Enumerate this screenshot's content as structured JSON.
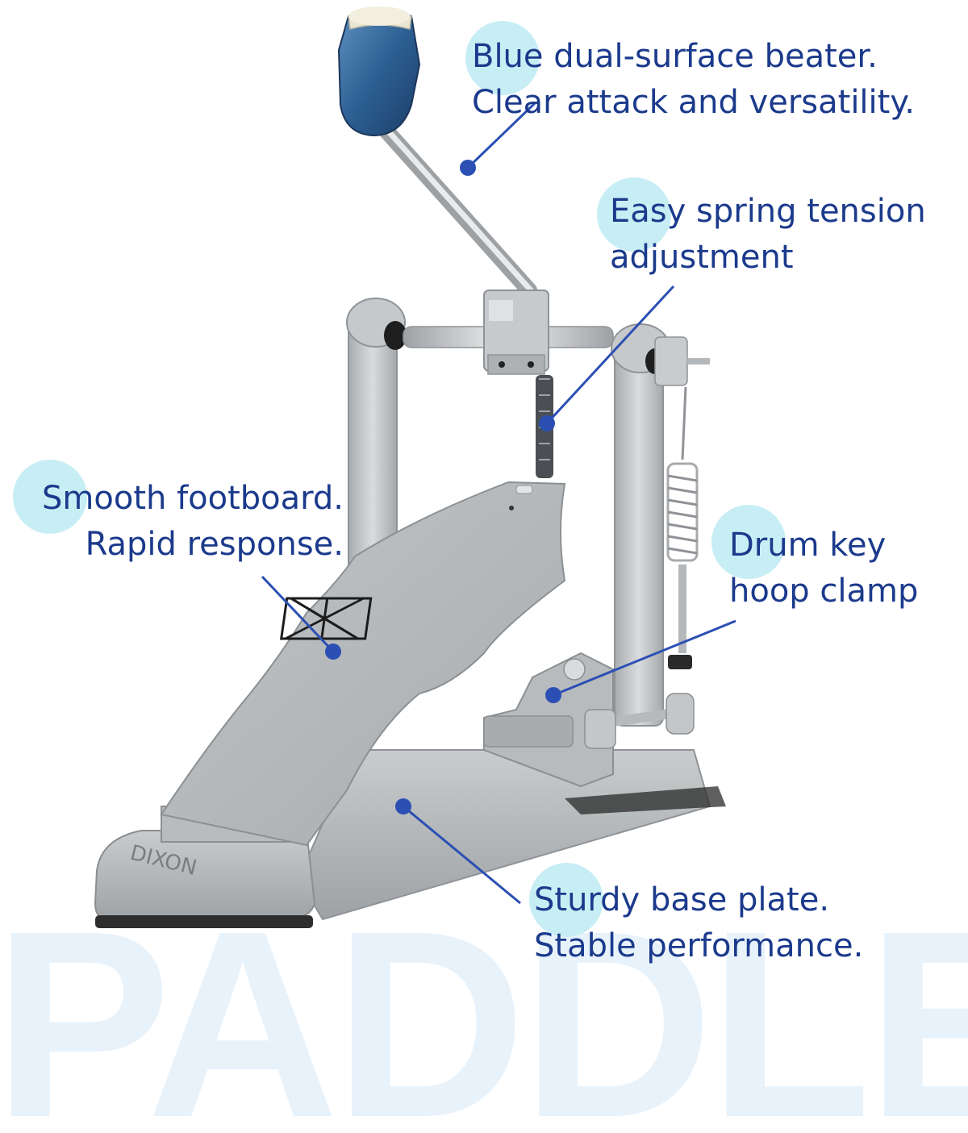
{
  "watermark": "PADDLE",
  "brand_mark": "DIXON",
  "colors": {
    "text": "#1b3a8c",
    "bubble": "#c8eef5",
    "leader": "#2b4fb3",
    "watermark": "#e8f2fb",
    "metal": "#c9ccce",
    "beater": "#2c5f93"
  },
  "callouts": {
    "beater": {
      "line1": "Blue dual-surface beater.",
      "line2": "Clear attack and versatility."
    },
    "spring": {
      "line1": "Easy spring tension",
      "line2": "adjustment"
    },
    "footboard": {
      "line1": "Smooth footboard.",
      "line2": "Rapid response."
    },
    "clamp": {
      "line1": "Drum key",
      "line2": "hoop clamp"
    },
    "base": {
      "line1": "Sturdy base plate.",
      "line2": "Stable performance."
    }
  }
}
